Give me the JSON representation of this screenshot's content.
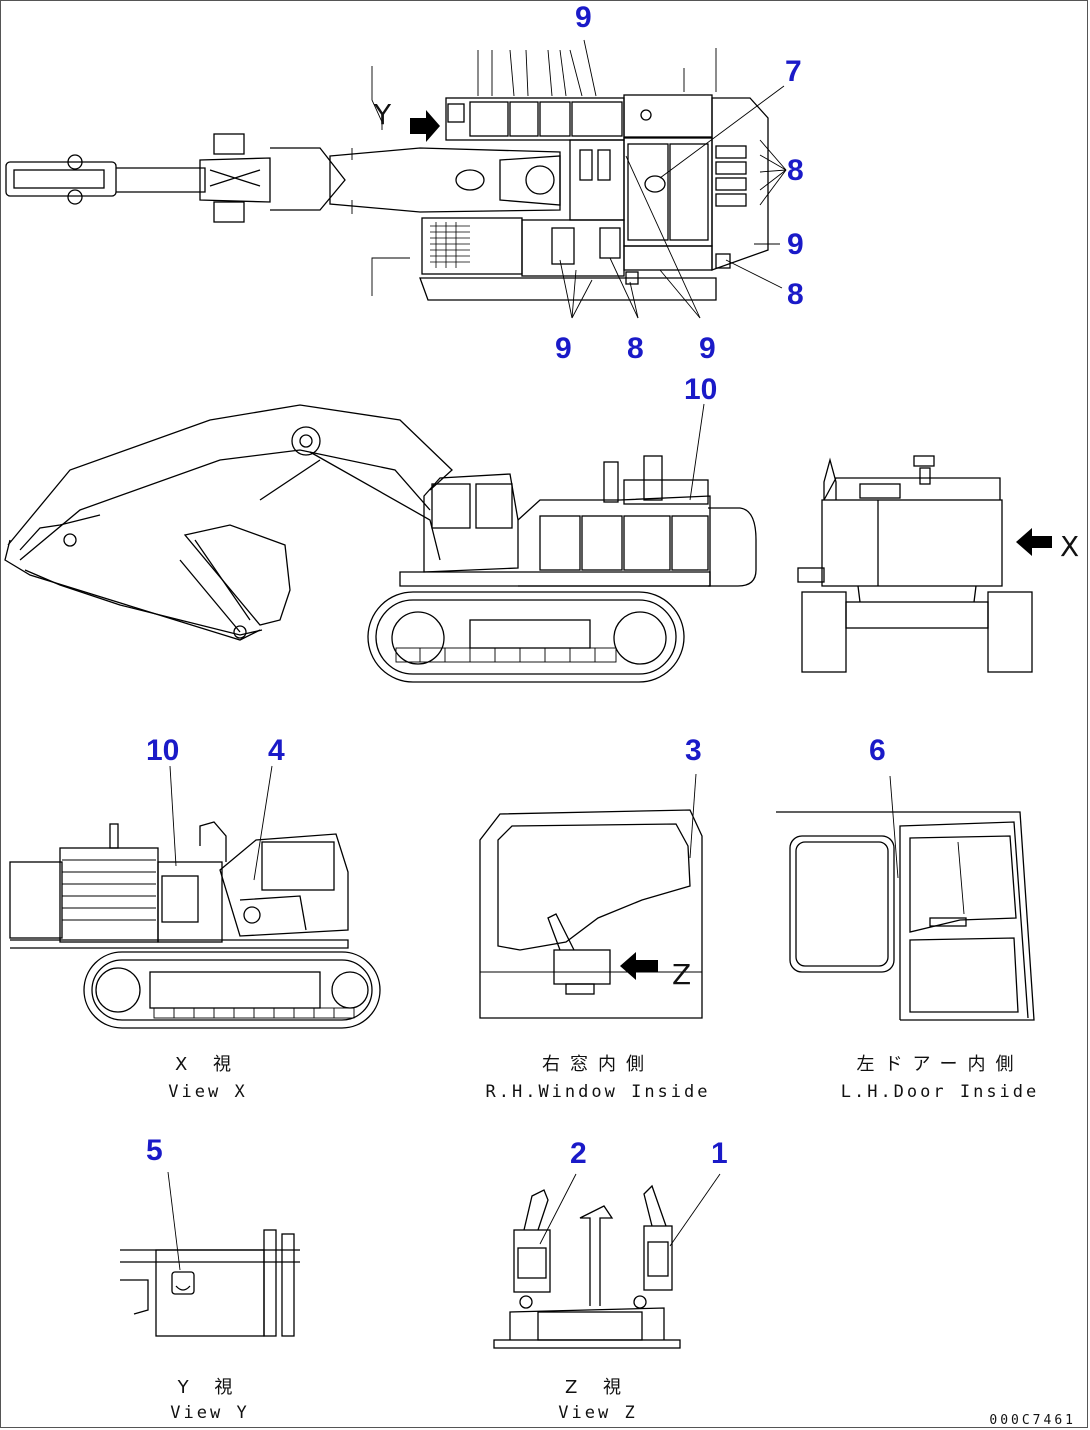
{
  "callouts": {
    "top": [
      "9",
      "7",
      "8",
      "9",
      "8",
      "9",
      "8",
      "9"
    ],
    "side": "10",
    "view_x": [
      "10",
      "4"
    ],
    "rh_window": "3",
    "lh_door": "6",
    "view_y_detail": "5",
    "view_z": [
      "2",
      "1"
    ]
  },
  "view_letters": {
    "y": "Y",
    "x": "X",
    "z": "Z"
  },
  "captions": {
    "view_x_jp": "X 視",
    "view_x_en": "View X",
    "rh_window_jp": "右窓内側",
    "rh_window_en": "R.H.Window Inside",
    "lh_door_jp": "左ドアー内側",
    "lh_door_en": "L.H.Door Inside",
    "view_y_jp": "Y 視",
    "view_y_en": "View Y",
    "view_z_jp": "Z 視",
    "view_z_en": "View Z"
  },
  "ref_code": "000C7461",
  "colors": {
    "callout": "#1a1ac8",
    "line": "#000000"
  }
}
